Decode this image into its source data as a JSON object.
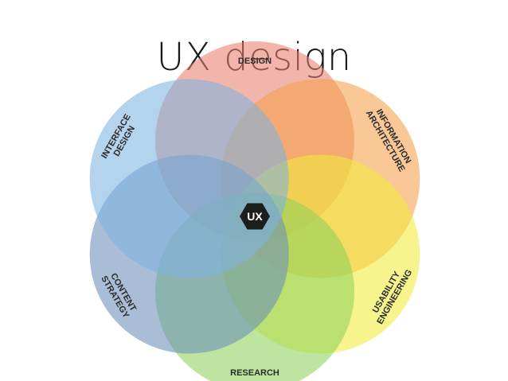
{
  "slide": {
    "title": "UX design"
  },
  "diagram": {
    "center": {
      "label": "UX",
      "color": "#1e1e1e"
    },
    "petals": [
      {
        "label": "DESIGN",
        "lines": [
          "DESIGN"
        ],
        "color": "#e8806e"
      },
      {
        "label": "INFORMATION ARCHITECTURE",
        "lines": [
          "INFORMATION",
          "ARCHITECTURE"
        ],
        "color": "#f5a04a"
      },
      {
        "label": "USABILITY ENGINEERING",
        "lines": [
          "USABILITY",
          "ENGINEERING"
        ],
        "color": "#f2ea3a"
      },
      {
        "label": "RESEARCH",
        "lines": [
          "RESEARCH"
        ],
        "color": "#8ed35a"
      },
      {
        "label": "CONTENT STRATEGY",
        "lines": [
          "CONTENT",
          "STRATEGY"
        ],
        "color": "#6a8fb8"
      },
      {
        "label": "INTERFACE DESIGN",
        "lines": [
          "INTERFACE",
          "DESIGN"
        ],
        "color": "#7db4e0"
      }
    ]
  }
}
